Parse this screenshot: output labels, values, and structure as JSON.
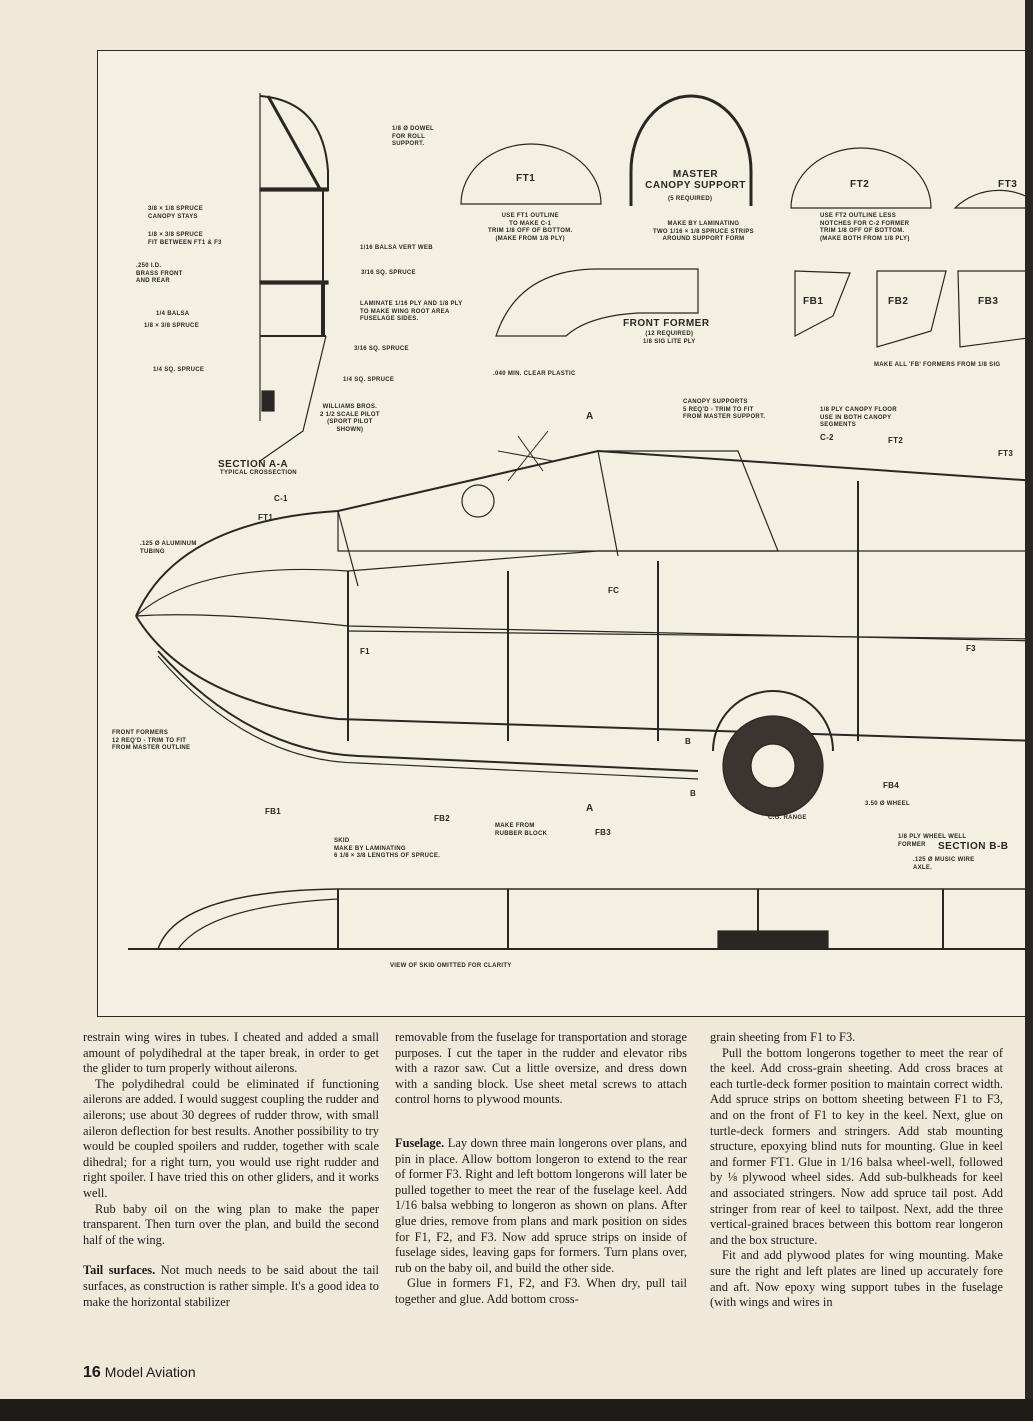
{
  "plan": {
    "section_aa": {
      "title": "SECTION A-A",
      "subtitle": "TYPICAL CROSSECTION"
    },
    "section_labels": [
      "1/8 Ø DOWEL\nFOR ROLL\nSUPPORT.",
      "3/8 × 1/8 SPRUCE\nCANOPY STAYS",
      "1/8 × 3/8 SPRUCE\nFIT BETWEEN FT1 & F3",
      "1/16 BALSA VERT WEB",
      ".250 I.D.\nBRASS FRONT\nAND REAR",
      "3/16 SQ. SPRUCE",
      "LAMINATE 1/16 PLY AND 1/8 PLY\nTO MAKE WING ROOT AREA\nFUSELAGE SIDES.",
      "1/4 BALSA",
      "1/8 × 3/8 SPRUCE",
      "3/16 SQ. SPRUCE",
      "1/4 SQ. SPRUCE",
      "1/4 SQ. SPRUCE",
      "WILLIAMS BROS.\n2 1/2 SCALE PILOT\n(SPORT PILOT\nSHOWN)"
    ],
    "parts": {
      "ft1": "FT1",
      "ft1_note": "USE FT1 OUTLINE\nTO MAKE C-1\nTRIM 1/8 OFF OF BOTTOM.\n(MAKE FROM 1/8 PLY)",
      "master_title": "MASTER\nCANOPY SUPPORT",
      "master_req": "(5 REQUIRED)",
      "master_note": "MAKE BY LAMINATING\nTWO 1/16 × 1/8 SPRUCE STRIPS\nAROUND SUPPORT FORM",
      "ft2": "FT2",
      "ft2_note": "USE FT2 OUTLINE LESS\nNOTCHES FOR C-2 FORMER\nTRIM 1/8 OFF OF BOTTOM.\n(MAKE BOTH FROM 1/8 PLY)",
      "ft3": "FT3",
      "front_former": "FRONT FORMER",
      "front_former_note": "(12 REQUIRED)\n1/8 SIG LITE PLY",
      "fb1": "FB1",
      "fb2": "FB2",
      "fb3": "FB3",
      "fb_note": "MAKE ALL 'FB' FORMERS FROM 1/8 SIG"
    },
    "side_labels": {
      "clear_plastic": ".040 MIN. CLEAR PLASTIC",
      "canopy_supports": "CANOPY SUPPORTS\n5 REQ'D - TRIM TO FIT\nFROM MASTER SUPPORT.",
      "canopy_floor": "1/8 PLY CANOPY FLOOR\nUSE IN BOTH CANOPY\nSEGMENTS",
      "c2": "C-2",
      "ft2": "FT2",
      "ft3": "FT3",
      "c1": "C-1",
      "ft1": "FT1",
      "tubing": ".125 Ø ALUMINUM\nTUBING",
      "fc": "FC",
      "f1": "F1",
      "f3": "F3",
      "a_top": "A",
      "a_bot": "A",
      "b_top": "B",
      "b_bot": "B",
      "front_formers": "FRONT FORMERS\n12 REQ'D - TRIM TO FIT\nFROM MASTER OUTLINE",
      "fb1": "FB1",
      "fb2": "FB2",
      "fb3": "FB3",
      "fb4": "FB4",
      "rubber": "MAKE FROM\nRUBBER BLOCK",
      "skid": "SKID\nMAKE BY LAMINATING\n6 1/8 × 3/8 LENGTHS OF SPRUCE.",
      "cg": "C.G. RANGE",
      "wheel": "3.50 Ø WHEEL",
      "wheel_well": "1/8 PLY WHEEL WELL\nFORMER",
      "axle": ".125 Ø MUSIC WIRE\nAXLE.",
      "section_bb": "SECTION B-B",
      "skid_omitted": "VIEW OF SKID OMITTED FOR CLARITY"
    }
  },
  "article": {
    "col1": [
      "restrain wing wires in tubes. I cheated and added a small amount of polydihedral at the taper break, in order to get the glider to turn properly without ailerons.",
      "The polydihedral could be eliminated if functioning ailerons are added. I would suggest coupling the rudder and ailerons; use about 30 degrees of rudder throw, with small aileron deflection for best results. Another possibility to try would be coupled spoilers and rudder, together with scale dihedral; for a right turn, you would use right rudder and right spoiler. I have tried this on other gliders, and it works well.",
      "Rub baby oil on the wing plan to make the paper transparent. Then turn over the plan, and build the second half of the wing."
    ],
    "tail_heading": "Tail surfaces.",
    "tail_text": "Not much needs to be said about the tail surfaces, as construction is rather simple. It's a good idea to make the horizontal stabilizer",
    "col2_top": "removable from the fuselage for transportation and storage purposes. I cut the taper in the rudder and elevator ribs with a razor saw. Cut a little oversize, and dress down with a sanding block. Use sheet metal screws to attach control horns to plywood mounts.",
    "fuselage_heading": "Fuselage.",
    "fuselage_text": "Lay down three main longerons over plans, and pin in place. Allow bottom longeron to extend to the rear of former F3. Right and left bottom longerons will later be pulled together to meet the rear of the fuselage keel. Add 1/16 balsa webbing to longeron as shown on plans. After glue dries, remove from plans and mark position on sides for F1, F2, and F3. Now add spruce strips on inside of fuselage sides, leaving gaps for formers. Turn plans over, rub on the baby oil, and build the other side.",
    "col2_last": "Glue in formers F1, F2, and F3. When dry, pull tail together and glue. Add bottom cross-",
    "col3": [
      "grain sheeting from F1 to F3.",
      "Pull the bottom longerons together to meet the rear of the keel. Add cross-grain sheeting. Add cross braces at each turtle-deck former position to maintain correct width. Add spruce strips on bottom sheeting between F1 to F3, and on the front of F1 to key in the keel. Next, glue on turtle-deck formers and stringers. Add stab mounting structure, epoxying blind nuts for mounting. Glue in keel and former FT1. Glue in 1/16 balsa wheel-well, followed by ⅛ plywood wheel sides. Add sub-bulkheads for keel and associated stringers. Now add spruce tail post. Add stringer from rear of keel to tailpost. Next, add the three vertical-grained braces between this bottom rear longeron and the box structure.",
      "Fit and add plywood plates for wing mounting. Make sure the right and left plates are lined up accurately fore and aft. Now epoxy wing support tubes in the fuselage (with wings and wires in"
    ]
  },
  "footer": {
    "page_number": "16",
    "magazine": "Model Aviation"
  }
}
